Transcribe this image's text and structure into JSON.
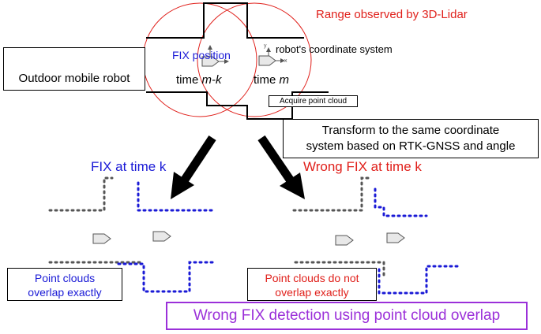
{
  "labels": {
    "range": "Range observed by 3D-Lidar",
    "robot_coord": "robot's coordinate system",
    "fix_position": "FIX position",
    "time_mk_prefix": "time ",
    "time_mk_var": "m-k",
    "time_m_prefix": "time ",
    "time_m_var": "m",
    "axis_y": "y",
    "axis_x": "x",
    "acquire": "Acquire point cloud",
    "outdoor_robot": "Outdoor mobile robot",
    "transform_line1": "Transform to the same coordinate",
    "transform_line2": "system based on RTK-GNSS and angle",
    "fix_time_k": "FIX at time k",
    "wrong_fix_time_k": "Wrong FIX at time k",
    "overlap_line1": "Point clouds",
    "overlap_line2": "overlap exactly",
    "no_overlap_line1": "Point clouds do not",
    "no_overlap_line2": "overlap exactly",
    "wrong_fix_detection": "Wrong FIX detection using point cloud overlap"
  },
  "colors": {
    "red": "#e0201b",
    "blue": "#1a1ad6",
    "purple": "#9b30d9",
    "gray_dots": "#555555",
    "robot_fill": "#e8e8e8"
  }
}
